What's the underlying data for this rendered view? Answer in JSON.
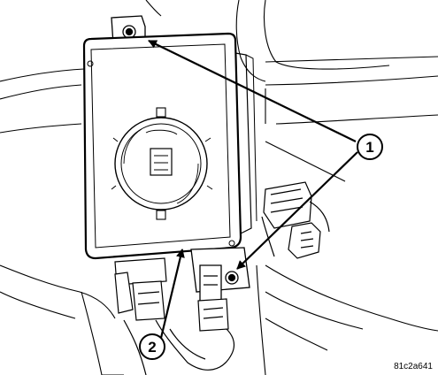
{
  "figure_id": "81c2a641",
  "callouts": [
    {
      "label": "1"
    },
    {
      "label": "2"
    }
  ],
  "icons": {
    "module": "control-module-icon",
    "arrow": "leader-arrow"
  },
  "colors": {
    "ink": "#000000",
    "paper": "#ffffff"
  }
}
